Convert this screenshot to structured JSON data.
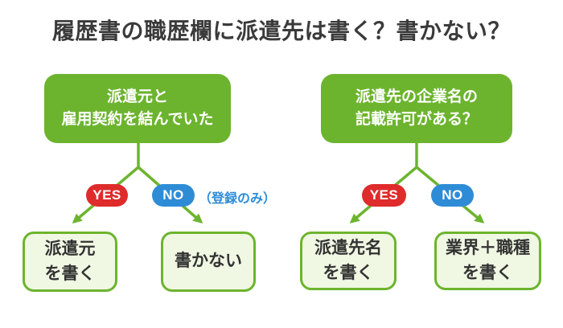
{
  "title": "履歴書の職歴欄に派遣先は書く？書かない？",
  "colors": {
    "green": "#6cb42e",
    "light_green_fill": "#f0f7e3",
    "yes_red": "#df2b2b",
    "no_blue": "#2e8cd6",
    "title_text": "#3a3a3a",
    "result_text": "#333333",
    "background": "#ffffff"
  },
  "flowcharts": [
    {
      "side": "left",
      "question": {
        "line1": "派遣元と",
        "line2": "雇用契約を結んでいた"
      },
      "yes_label": "YES",
      "no_label": "NO",
      "no_note": "（登録のみ）",
      "yes_result": {
        "line1": "派遣元",
        "line2": "を書く"
      },
      "no_result": {
        "line1": "書かない",
        "line2": ""
      }
    },
    {
      "side": "right",
      "question": {
        "line1": "派遣先の企業名の",
        "line2": "記載許可がある？"
      },
      "yes_label": "YES",
      "no_label": "NO",
      "no_note": "",
      "yes_result": {
        "line1": "派遣先名",
        "line2": "を書く"
      },
      "no_result": {
        "line1": "業界＋職種",
        "line2": "を書く"
      }
    }
  ]
}
